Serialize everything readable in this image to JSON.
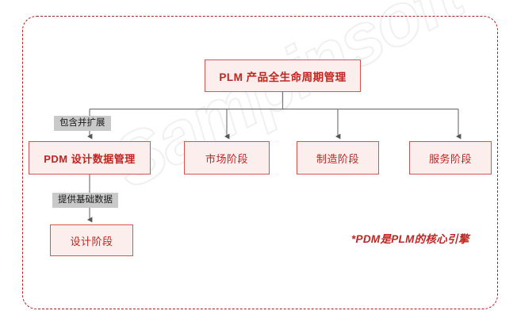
{
  "diagram": {
    "watermark": "Sampinsoft",
    "colors": {
      "node_fill": "#fdeeee",
      "node_border": "#d35453",
      "node_text": "#c0251f",
      "frame_border": "#b01b1b",
      "connector": "#666666",
      "label_chip_bg": "#c9c9c9",
      "label_chip_text": "#1a1a1a",
      "background": "#ffffff"
    },
    "nodes": {
      "root": "PLM 产品全生命周期管理",
      "pdm": "PDM 设计数据管理",
      "market": "市场阶段",
      "manufacturing": "制造阶段",
      "service": "服务阶段",
      "design": "设计阶段"
    },
    "edge_labels": {
      "root_to_pdm": "包含并扩展",
      "pdm_to_design": "提供基础数据"
    },
    "footnote": "*PDM是PLM的核心引擎"
  }
}
